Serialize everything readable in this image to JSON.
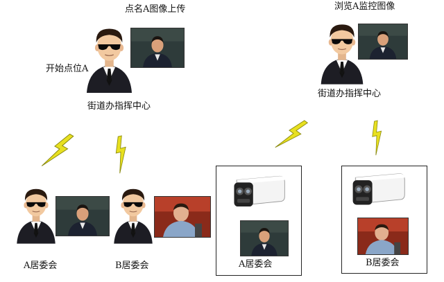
{
  "left_panel": {
    "upload_label": "点名A图像上传",
    "start_label": "开始点位A",
    "center_label": "街道办指挥中心",
    "node_a_label": "A居委会",
    "node_b_label": "B居委会"
  },
  "right_panel": {
    "browse_label": "浏览A监控图像",
    "center_label": "街道办指挥中心",
    "camera_a_label": "A居委会",
    "camera_b_label": "B居委会"
  },
  "colors": {
    "lightning": "#e8e020",
    "suit": "#1d1d24",
    "skin": "#f2c9a0",
    "hair": "#2a1a10",
    "camera_body": "#f4f4f4",
    "photo_bg_dark": "#2e3b3a",
    "photo_bg_red": "#8a2a1a"
  },
  "icons": [
    "agent-person-icon",
    "lightning-bolt-icon",
    "security-camera-icon",
    "video-thumbnail-icon"
  ]
}
